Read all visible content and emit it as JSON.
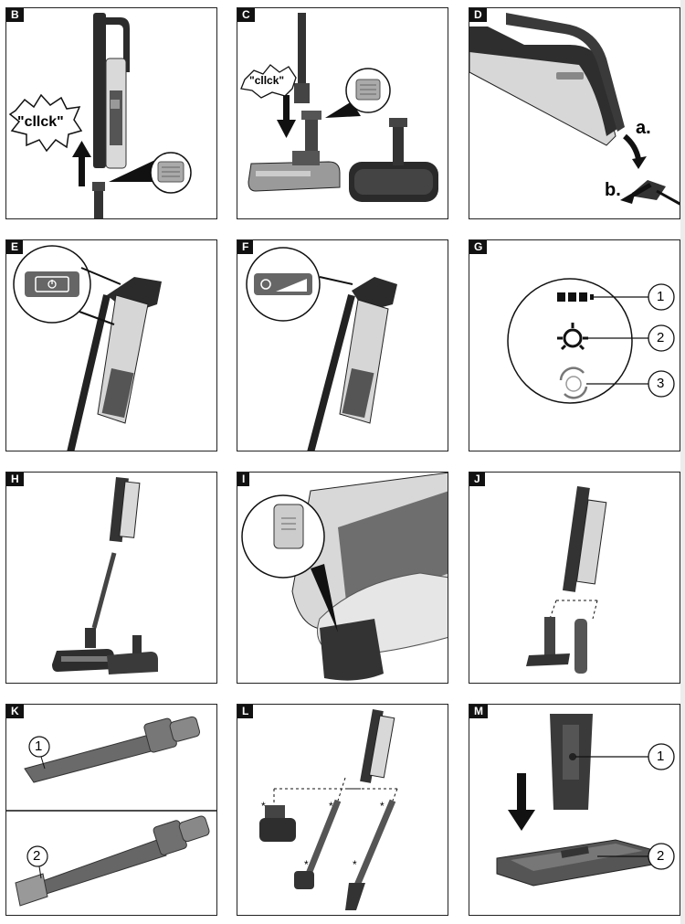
{
  "panels": {
    "B": {
      "label": "B",
      "callout": "\"cllck\""
    },
    "C": {
      "label": "C",
      "callout": "\"cllck\""
    },
    "D": {
      "label": "D",
      "step_a": "a.",
      "step_b": "b."
    },
    "E": {
      "label": "E"
    },
    "F": {
      "label": "F"
    },
    "G": {
      "label": "G",
      "markers": [
        "1",
        "2",
        "3"
      ]
    },
    "H": {
      "label": "H"
    },
    "I": {
      "label": "I"
    },
    "J": {
      "label": "J"
    },
    "K": {
      "label": "K",
      "markers": [
        "1",
        "2"
      ]
    },
    "L": {
      "label": "L",
      "accessory_mark": "*"
    },
    "M": {
      "label": "M",
      "markers": [
        "1",
        "2"
      ]
    }
  },
  "colors": {
    "ink": "#111111",
    "body_dark": "#3a3a3a",
    "body_light": "#dcdcdc",
    "accent_grey": "#8a8a8a"
  }
}
